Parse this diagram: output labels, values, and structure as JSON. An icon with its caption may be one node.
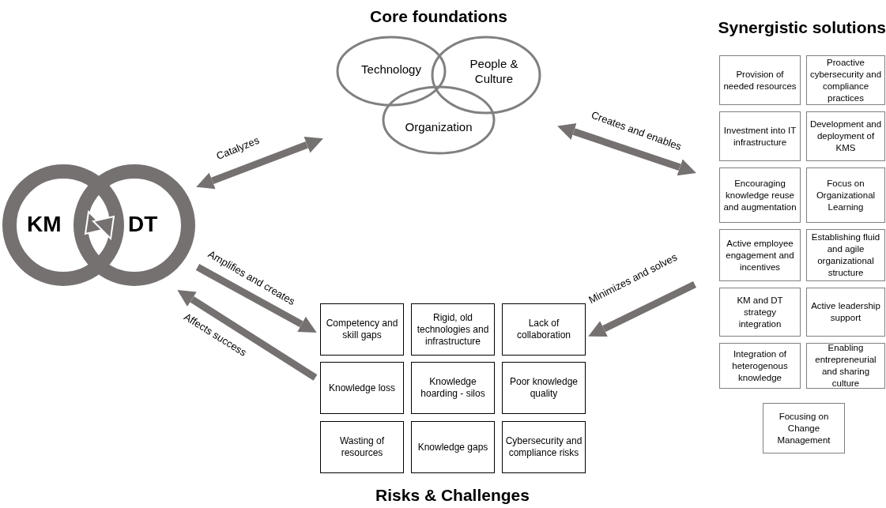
{
  "diagram": {
    "nodes": [
      {
        "text": [
          "KM",
          "DT"
        ]
      },
      {
        "text": [
          "Core foundations"
        ]
      },
      {
        "text": [
          "Technology"
        ],
        "in": 1
      },
      {
        "text": [
          "People & Culture"
        ],
        "in": 1
      },
      {
        "text": [
          "Organization"
        ],
        "in": 1
      },
      {
        "text": [
          "Synergistic solutions"
        ]
      },
      {
        "text": [
          "Provision of needed resources"
        ],
        "in": 5
      },
      {
        "text": [
          "Proactive cybersecurity and compliance practices"
        ],
        "in": 5
      },
      {
        "text": [
          "Investment into IT infrastructure"
        ],
        "in": 5
      },
      {
        "text": [
          "Development and deployment of KMS"
        ],
        "in": 5
      },
      {
        "text": [
          "Encouraging knowledge reuse and augmentation"
        ],
        "in": 5
      },
      {
        "text": [
          "Focus on Organizational Learning"
        ],
        "in": 5
      },
      {
        "text": [
          "Active employee engagement and incentives"
        ],
        "in": 5
      },
      {
        "text": [
          "Establishing fluid and agile organizational structure"
        ],
        "in": 5
      },
      {
        "text": [
          "KM and DT strategy integration"
        ],
        "in": 5
      },
      {
        "text": [
          "Active leadership support"
        ],
        "in": 5
      },
      {
        "text": [
          "Integration of heterogenous knowledge"
        ],
        "in": 5
      },
      {
        "text": [
          "Enabling entrepreneurial and sharing culture"
        ],
        "in": 5
      },
      {
        "text": [
          "Focusing on Change Management"
        ],
        "in": 5
      },
      {
        "text": [
          "Risks & Challenges"
        ]
      },
      {
        "text": [
          "Competency and skill gaps"
        ],
        "in": 19
      },
      {
        "text": [
          "Rigid, old technologies and infrastructure"
        ],
        "in": 19
      },
      {
        "text": [
          "Lack of collaboration"
        ],
        "in": 19
      },
      {
        "text": [
          "Knowledge loss"
        ],
        "in": 19
      },
      {
        "text": [
          "Knowledge hoarding - silos"
        ],
        "in": 19
      },
      {
        "text": [
          "Poor knowledge quality"
        ],
        "in": 19
      },
      {
        "text": [
          "Wasting of resources"
        ],
        "in": 19
      },
      {
        "text": [
          "Knowledge gaps"
        ],
        "in": 19
      },
      {
        "text": [
          "Cybersecurity and compliance risks"
        ],
        "in": 19
      }
    ],
    "edges": [
      {
        "from": 0,
        "to": 1,
        "arrow": "both",
        "label": "Catalyzes"
      },
      {
        "from": 1,
        "to": 5,
        "arrow": "both",
        "label": "Creates and enables"
      },
      {
        "from": 5,
        "to": 19,
        "arrow": "to",
        "label": "Minimizes and solves"
      },
      {
        "from": 0,
        "to": 19,
        "arrow": "to",
        "label": "Amplifies and creates"
      },
      {
        "from": 19,
        "to": 0,
        "arrow": "to",
        "label": "Affects success"
      }
    ]
  }
}
